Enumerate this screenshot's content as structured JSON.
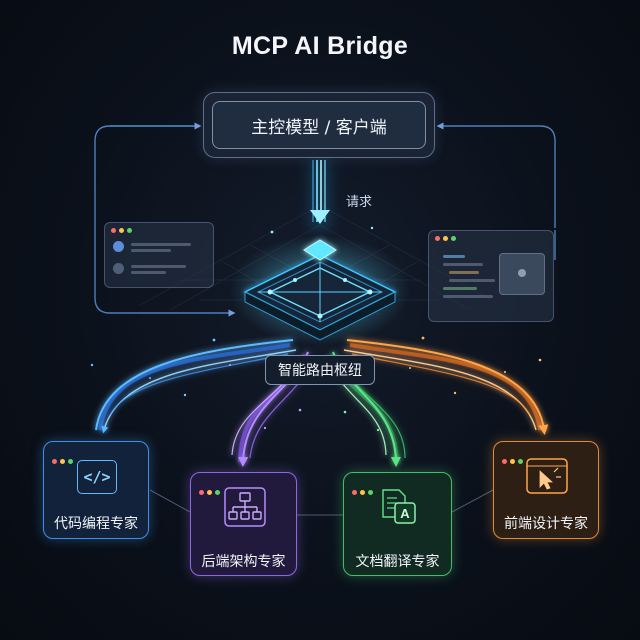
{
  "title": "MCP AI Bridge",
  "top_box": {
    "label": "主控模型 / 客户端"
  },
  "request_label": "请求",
  "hub": {
    "label": "智能路由枢纽"
  },
  "experts": [
    {
      "label": "代码编程专家",
      "icon": "code-icon",
      "color": "#4aa8ff"
    },
    {
      "label": "后端架构专家",
      "icon": "architecture-tree-icon",
      "color": "#a77bff"
    },
    {
      "label": "文档翻译专家",
      "icon": "document-translate-icon",
      "color": "#4fd97a"
    },
    {
      "label": "前端设计专家",
      "icon": "cursor-design-icon",
      "color": "#ff9a3c"
    }
  ],
  "colors": {
    "blue": "#4aa8ff",
    "purple": "#a77bff",
    "green": "#4fd97a",
    "orange": "#ff9a3c",
    "cyan": "#7fe6ff",
    "background": "#0b111b"
  }
}
